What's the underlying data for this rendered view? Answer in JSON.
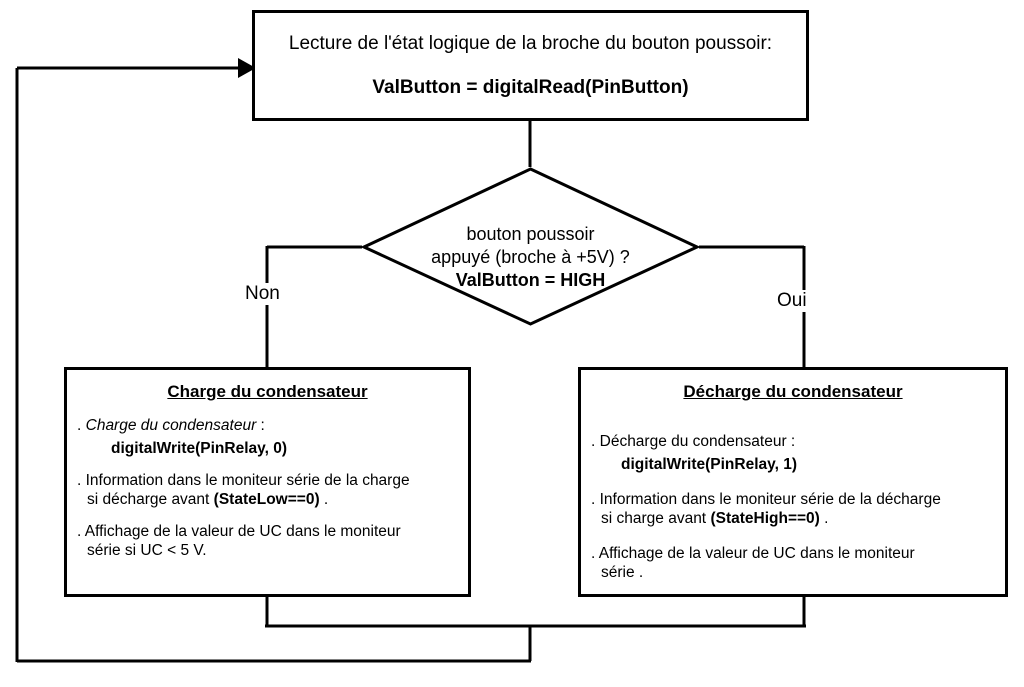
{
  "diagram": {
    "type": "flowchart",
    "language": "fr",
    "read_box": {
      "line1": "Lecture de l'état logique de la broche du bouton poussoir:",
      "line2": "ValButton = digitalRead(PinButton)"
    },
    "decision": {
      "line1": "bouton poussoir",
      "line2": "appuyé (broche à +5V) ?",
      "line3": "ValButton = HIGH"
    },
    "branches": {
      "no_label": "Non",
      "yes_label": "Oui"
    },
    "charge_box": {
      "title": "Charge du condensateur",
      "b1_dot": ".",
      "b1_italic": "Charge du condensateur",
      "b1_colon": " :",
      "b1_code": "digitalWrite(PinRelay, 0)",
      "b2_dot": ".",
      "b2_text": "Information dans le moniteur série de la charge",
      "b2_text2": "si décharge avant ",
      "b2_bold": "(StateLow==0)",
      "b2_end": " .",
      "b3_dot": ".",
      "b3_text": "Affichage de la valeur de UC dans le moniteur",
      "b3_text2": "série si UC < 5 V."
    },
    "decharge_box": {
      "title": "Décharge du condensateur",
      "b1_dot": ".",
      "b1_text": "Décharge du condensateur :",
      "b1_code": "digitalWrite(PinRelay, 1)",
      "b2_dot": ".",
      "b2_text": "Information dans le moniteur série de la décharge",
      "b2_text2": "si charge avant ",
      "b2_bold": "(StateHigh==0)",
      "b2_end": " .",
      "b3_dot": ".",
      "b3_text": "Affichage de la valeur de UC dans le moniteur",
      "b3_text2": "série ."
    },
    "colors": {
      "stroke": "#000000",
      "fill": "#ffffff",
      "text": "#000000"
    }
  }
}
